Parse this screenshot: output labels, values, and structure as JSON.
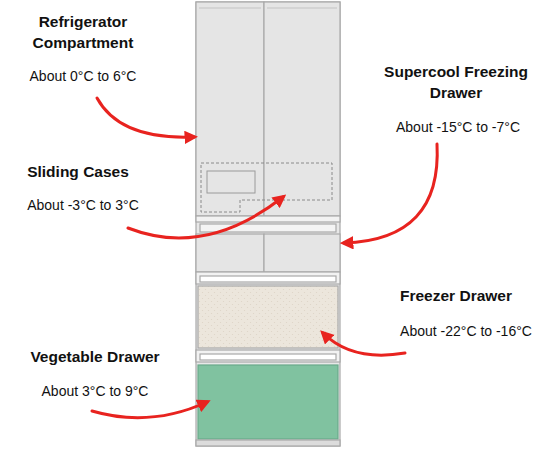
{
  "diagram": {
    "labels": [
      "Refrigerator Compartment",
      "About 0°C to 6°C",
      "Supercool Freezing Drawer",
      "About -15°C to -7°C",
      "Sliding Cases",
      "About -3°C to 3°C",
      "Freezer Drawer",
      "About -22°C to -16°C",
      "Vegetable Drawer",
      "About 3°C to 9°C"
    ]
  }
}
